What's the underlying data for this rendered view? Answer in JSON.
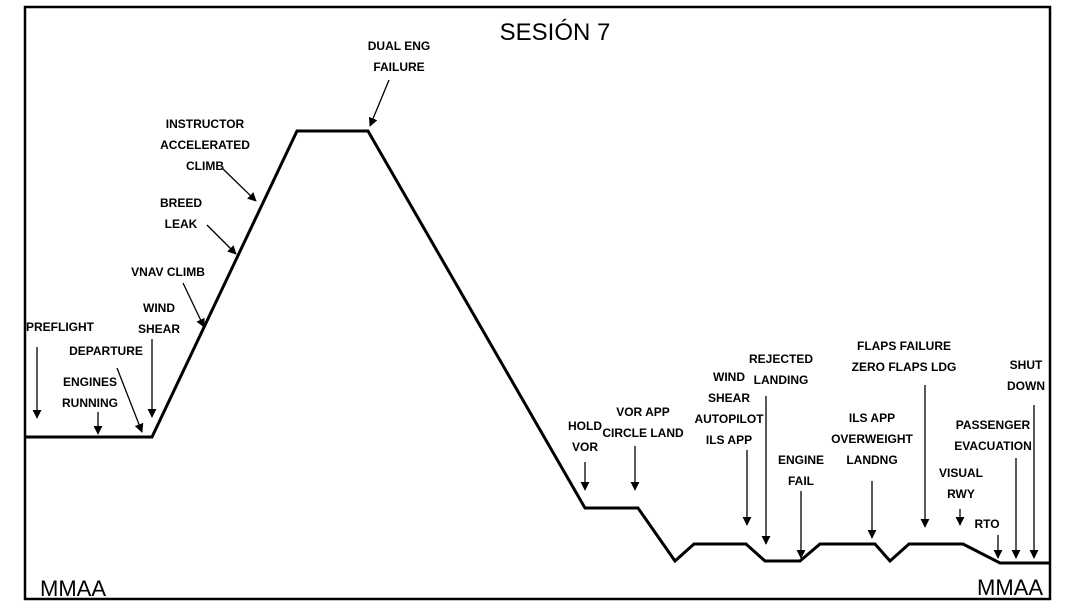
{
  "title": "SESIÓN 7",
  "origin_code": "MMAA",
  "destination_code": "MMAA",
  "events": [
    {
      "id": "preflight",
      "lines": [
        "PREFLIGHT"
      ]
    },
    {
      "id": "departure",
      "lines": [
        "DEPARTURE"
      ]
    },
    {
      "id": "engines-running",
      "lines": [
        "ENGINES",
        "RUNNING"
      ]
    },
    {
      "id": "wind-shear-1",
      "lines": [
        "WIND",
        "SHEAR"
      ]
    },
    {
      "id": "vnav-climb",
      "lines": [
        "VNAV CLIMB"
      ]
    },
    {
      "id": "breed-leak",
      "lines": [
        "BREED",
        "LEAK"
      ]
    },
    {
      "id": "instructor-accelerated-climb",
      "lines": [
        "INSTRUCTOR",
        "ACCELERATED",
        "CLIMB"
      ]
    },
    {
      "id": "dual-eng-failure",
      "lines": [
        "DUAL ENG",
        "FAILURE"
      ]
    },
    {
      "id": "hold-vor",
      "lines": [
        "HOLD",
        "VOR"
      ]
    },
    {
      "id": "vor-app-circle-land",
      "lines": [
        "VOR APP",
        "CIRCLE LAND"
      ]
    },
    {
      "id": "wind-shear-autopilot-ils-app",
      "lines": [
        "WIND",
        "SHEAR",
        "AUTOPILOT",
        "ILS APP"
      ]
    },
    {
      "id": "rejected-landing",
      "lines": [
        "REJECTED",
        "LANDING"
      ]
    },
    {
      "id": "engine-fail",
      "lines": [
        "ENGINE",
        "FAIL"
      ]
    },
    {
      "id": "ils-app-overweight-landng",
      "lines": [
        "ILS APP",
        "OVERWEIGHT",
        "LANDNG"
      ]
    },
    {
      "id": "flaps-failure-zero-flaps-ldg",
      "lines": [
        "FLAPS FAILURE",
        "ZERO FLAPS LDG"
      ]
    },
    {
      "id": "visual-rwy",
      "lines": [
        "VISUAL",
        "RWY"
      ]
    },
    {
      "id": "rto",
      "lines": [
        "RTO"
      ]
    },
    {
      "id": "passenger-evacuation",
      "lines": [
        "PASSENGER",
        "EVACUATION"
      ]
    },
    {
      "id": "shut-down",
      "lines": [
        "SHUT",
        "DOWN"
      ]
    }
  ]
}
